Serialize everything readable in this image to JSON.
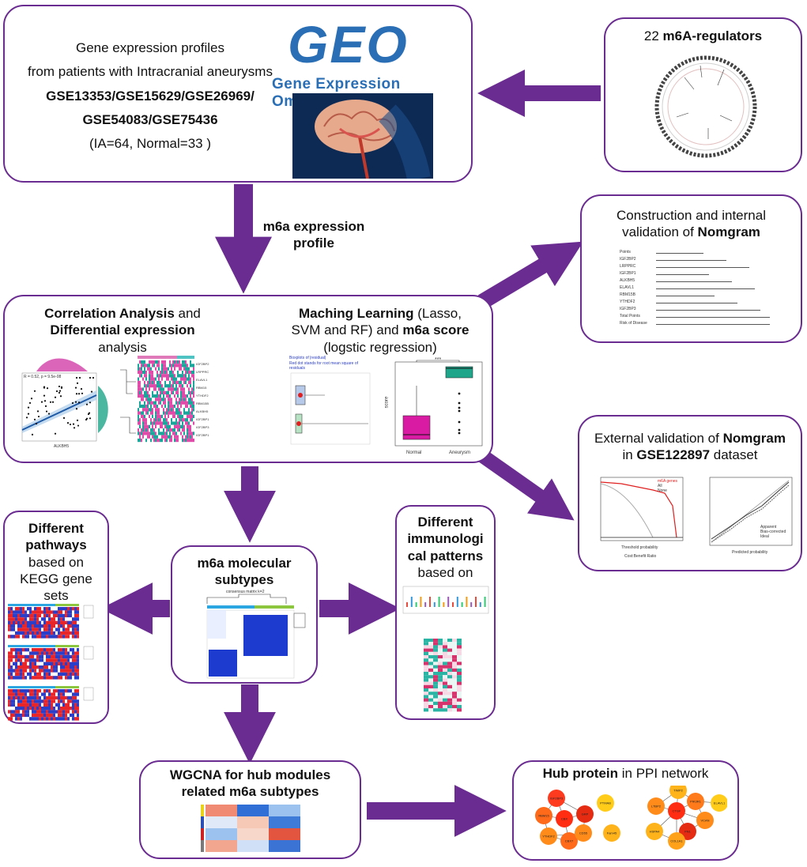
{
  "colors": {
    "accent": "#6a2c91",
    "border": "#6a2c91"
  },
  "geo_box": {
    "line1": "Gene expression profiles",
    "line2": "from patients with Intracranial aneurysms",
    "line3": "GSE13353/GSE15629/GSE26969/",
    "line4": "GSE54083/GSE75436",
    "line5": "(IA=64, Normal=33 )",
    "logo_text": "GEO",
    "logo_subtitle": "Gene Expression Omnibus"
  },
  "regulators_box": {
    "prefix": "22 ",
    "bold": "m6A-regulators"
  },
  "arrow_label": {
    "line1": "m6a expression",
    "line2": "profile"
  },
  "analysis_box": {
    "left_b1": "Correlation Analysis",
    "left_n1": " and",
    "left_b2": "Differential expression",
    "left_n2": "analysis",
    "right_b1": "Maching Learning",
    "right_n1": " (Lasso,",
    "right_n2": "SVM and RF) and ",
    "right_b2": "m6a score",
    "right_n3": "(logstic regression)",
    "scatter_stat": "R = 0.52, p = 9.5e-08",
    "scatter_xlabel": "ALKBH5",
    "box_ylabel": "score",
    "box_xlabels": [
      "Normal",
      "Aneurysm"
    ],
    "box_sig": "***",
    "boxplot_title": "Boxplots of |residual|",
    "boxplot_sub": "Red dot stands for root mean square of residuals",
    "heatmap_genes": [
      "IGF2BP2",
      "LRPPRC",
      "ELAVL1",
      "RBM15",
      "YTHDF2",
      "RBM15B",
      "ALKBH5",
      "IGF2BP1",
      "IGF2BP3",
      "IGF2BP1"
    ]
  },
  "nomogram_box": {
    "line1": "Construction and internal",
    "line2": "validation of ",
    "bold": "Nomgram",
    "rows": [
      "Points",
      "IGF2BP2",
      "LRPPRC",
      "IGF2BP1",
      "ALKBH5",
      "ELAVL1",
      "RBM15B",
      "YTHDF2",
      "IGF2BP3",
      "Total Points",
      "Risk of Disease"
    ]
  },
  "external_box": {
    "line1": "External validation of ",
    "bold1": "Nomgram",
    "line2": "in ",
    "bold2": "GSE122897",
    "line3": " dataset",
    "dca_legend": [
      "m6A genes",
      "All",
      "None"
    ],
    "dca_xlabel": "Threshold probability",
    "dca_xlabel2": "Cost:Benefit Ratio",
    "calib_legend": [
      "Apparent",
      "Bias-corrected",
      "Ideal"
    ],
    "calib_xlabel": "Predicted probability"
  },
  "pathways_box": {
    "b1": "Different",
    "b2": "pathways",
    "n1": "based on",
    "n2": "KEGG gene",
    "n3": "sets"
  },
  "subtypes_box": {
    "b1": "m6a molecular",
    "b2": "subtypes",
    "matrix_title": "consensus matrix k=2"
  },
  "immuno_box": {
    "b1": "Different",
    "b2": "immunologi",
    "b3": "cal patterns",
    "n1": "based on"
  },
  "wgcna_box": {
    "b1": "WGCNA for hub modules",
    "b2": "related m6a subtypes"
  },
  "ppi_box": {
    "bold": "Hub protein",
    "normal": " in PPI network",
    "cluster1": [
      "IGF2BP3",
      "RBM15",
      "CBX",
      "YTHDF2",
      "CBX7",
      "GRP",
      "CD55",
      "PTMAB",
      "Fam45"
    ],
    "cluster2": [
      "TIMP2",
      "PIK3R1",
      "LTBP2",
      "CTGF",
      "VCAN",
      "FN1",
      "HSPA4",
      "COL1A1",
      "ELAVL1"
    ]
  }
}
